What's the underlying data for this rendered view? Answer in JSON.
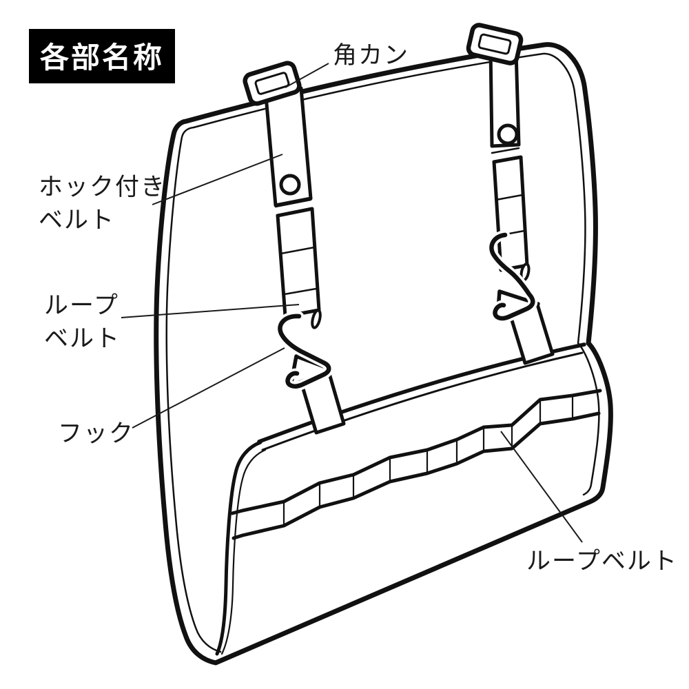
{
  "title": "各部名称",
  "parts": {
    "square_ring": "角カン",
    "snap_belt_line1": "ホック付き",
    "snap_belt_line2": "ベルト",
    "loop_belt_left_line1": "ループ",
    "loop_belt_left_line2": "ベルト",
    "hook": "フック",
    "loop_belt_bottom": "ループベルト"
  },
  "colors": {
    "line": "#111111",
    "background": "#ffffff",
    "title_bg": "#000000",
    "title_fg": "#ffffff"
  }
}
